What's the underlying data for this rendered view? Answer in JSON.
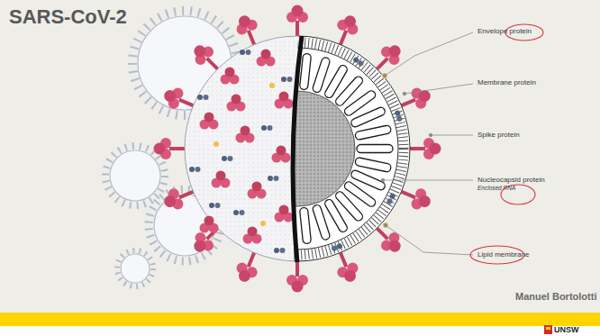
{
  "diagram": {
    "title": "SARS-CoV-2",
    "labels": [
      "Envelope protein",
      "Membrane protein",
      "Spike protein",
      "Nucleocapsid protein",
      "Enclosed RNA",
      "Lipid membrane",
      "Manuel Bortolotti",
      "UNSW"
    ]
  }
}
